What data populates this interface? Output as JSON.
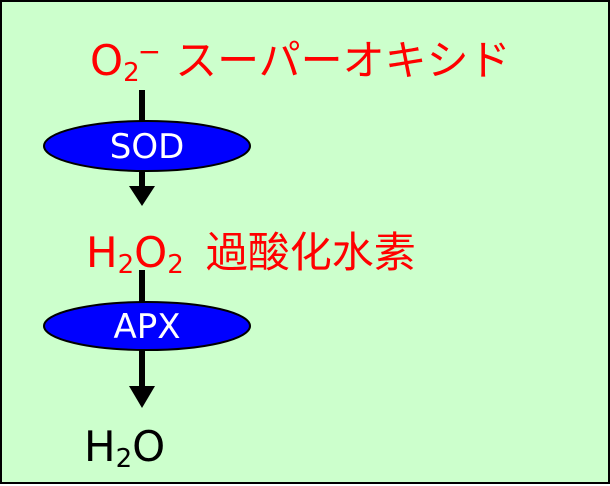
{
  "diagram": {
    "superoxide": {
      "formula_main": "O",
      "formula_sub": "2",
      "formula_sup": "−",
      "name": "スーパーオキシド",
      "color": "#ff0000"
    },
    "enzyme1": {
      "label": "SOD",
      "fill": "#0000ff"
    },
    "hydrogen_peroxide": {
      "formula_h": "H",
      "formula_sub1": "2",
      "formula_o": "O",
      "formula_sub2": "2",
      "name": "過酸化水素",
      "color": "#ff0000"
    },
    "enzyme2": {
      "label": "APX",
      "fill": "#0000ff"
    },
    "water": {
      "formula_h": "H",
      "formula_sub": "2",
      "formula_o": "O",
      "color": "#000000"
    },
    "background_color": "#ccffcc"
  }
}
